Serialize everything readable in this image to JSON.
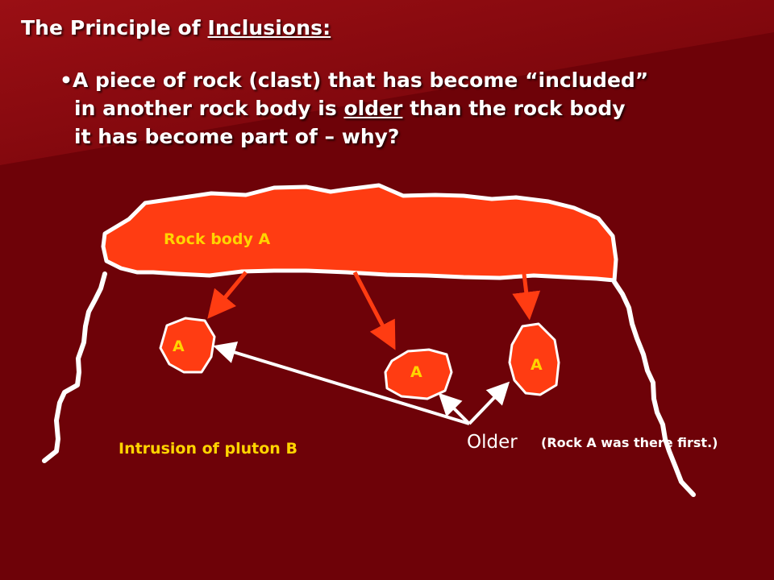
{
  "slide": {
    "title_prefix": "The Principle of ",
    "title_underlined": "Inclusions:",
    "bullet_mark": "•",
    "bullet_part1": "A piece of rock (clast) that has become “included”",
    "bullet_part2": "in another rock body is ",
    "bullet_underlined": "older",
    "bullet_part3": " than the rock body",
    "bullet_part4": "it has become part of – why?"
  },
  "diagram": {
    "rock_body_label": "Rock body A",
    "clast_labels": [
      "A",
      "A",
      "A"
    ],
    "pluton_label": "Intrusion of pluton B",
    "older_label": "Older",
    "older_note": "(Rock A was there first.)"
  },
  "colors": {
    "background": "#6e0208",
    "rock": "#ff3c12",
    "rock_text": "#ffd400",
    "outline": "#ffffff",
    "text": "#ffffff"
  }
}
